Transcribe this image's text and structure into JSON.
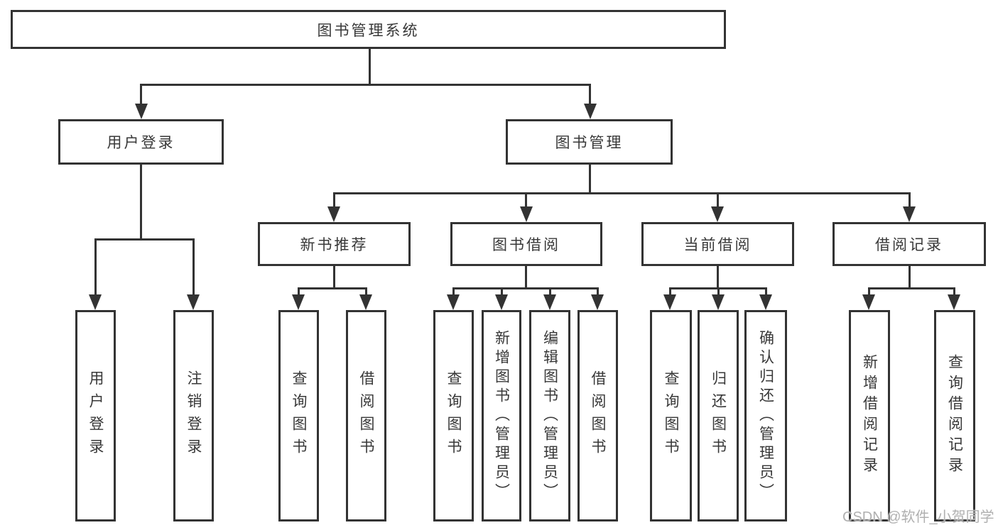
{
  "diagram": {
    "title_node": {
      "label": "图书管理系统"
    },
    "level2": [
      {
        "label": "用户登录"
      },
      {
        "label": "图书管理"
      }
    ],
    "level3": [
      {
        "label": "新书推荐"
      },
      {
        "label": "图书借阅"
      },
      {
        "label": "当前借阅"
      },
      {
        "label": "借阅记录"
      }
    ],
    "leaves": {
      "user_login": [
        "用户登录",
        "注销登录"
      ],
      "new_book": [
        "查询图书",
        "借阅图书"
      ],
      "book_borrow": [
        "查询图书",
        "新增图书（管理员）",
        "编辑图书（管理员）",
        "借阅图书"
      ],
      "current_borrow": [
        "查询图书",
        "归还图书",
        "确认归还（管理员）"
      ],
      "borrow_record": [
        "新增借阅记录",
        "查询借阅记录"
      ]
    }
  },
  "watermark": {
    "text": "CSDN @软件_小贺同学"
  },
  "colors": {
    "line": "#333333",
    "watermark": "#b0b0b0",
    "background": "#ffffff"
  }
}
